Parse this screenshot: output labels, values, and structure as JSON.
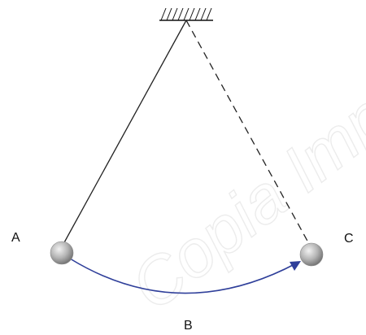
{
  "labels": {
    "point_a": "A",
    "point_b": "B",
    "point_c": "C"
  },
  "watermark": {
    "text": "Copia Improved"
  },
  "colors": {
    "string": "#222222",
    "dashed_string": "#222222",
    "arc": "#2f3f9a",
    "bob_light": "#e6e6e6",
    "bob_dark": "#7a7a7a",
    "watermark": "#d8d8d8"
  },
  "icons": {
    "support": "ceiling-hatch-icon",
    "bob": "sphere-icon",
    "arrow": "arrowhead-icon"
  }
}
